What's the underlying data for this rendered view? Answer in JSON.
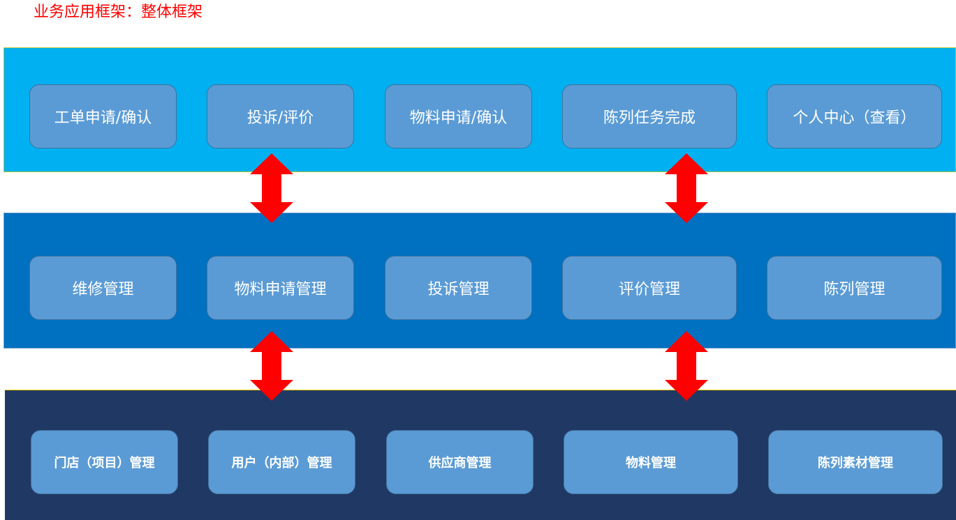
{
  "title": "业务应用框架：整体框架",
  "colors": {
    "title": "#ff0000",
    "app_layer": "#00b0f0",
    "service_layer": "#0070c0",
    "base_layer": "#203864",
    "module_box": "#5b9bd5",
    "arrow": "#ff0000"
  },
  "app_layer": {
    "items": [
      "工单申请/确认",
      "投诉/评价",
      "物料申请/确认",
      "陈列任务完成",
      "个人中心（查看）"
    ]
  },
  "service_layer": {
    "items": [
      "维修管理",
      "物料申请管理",
      "投诉管理",
      "评价管理",
      "陈列管理"
    ]
  },
  "base_layer": {
    "items": [
      "门店（项目）管理",
      "用户（内部）管理",
      "供应商管理",
      "物料管理",
      "陈列素材管理"
    ]
  },
  "arrows": {
    "icon": "double-headed-vertical-arrow-icon",
    "count": 4
  }
}
